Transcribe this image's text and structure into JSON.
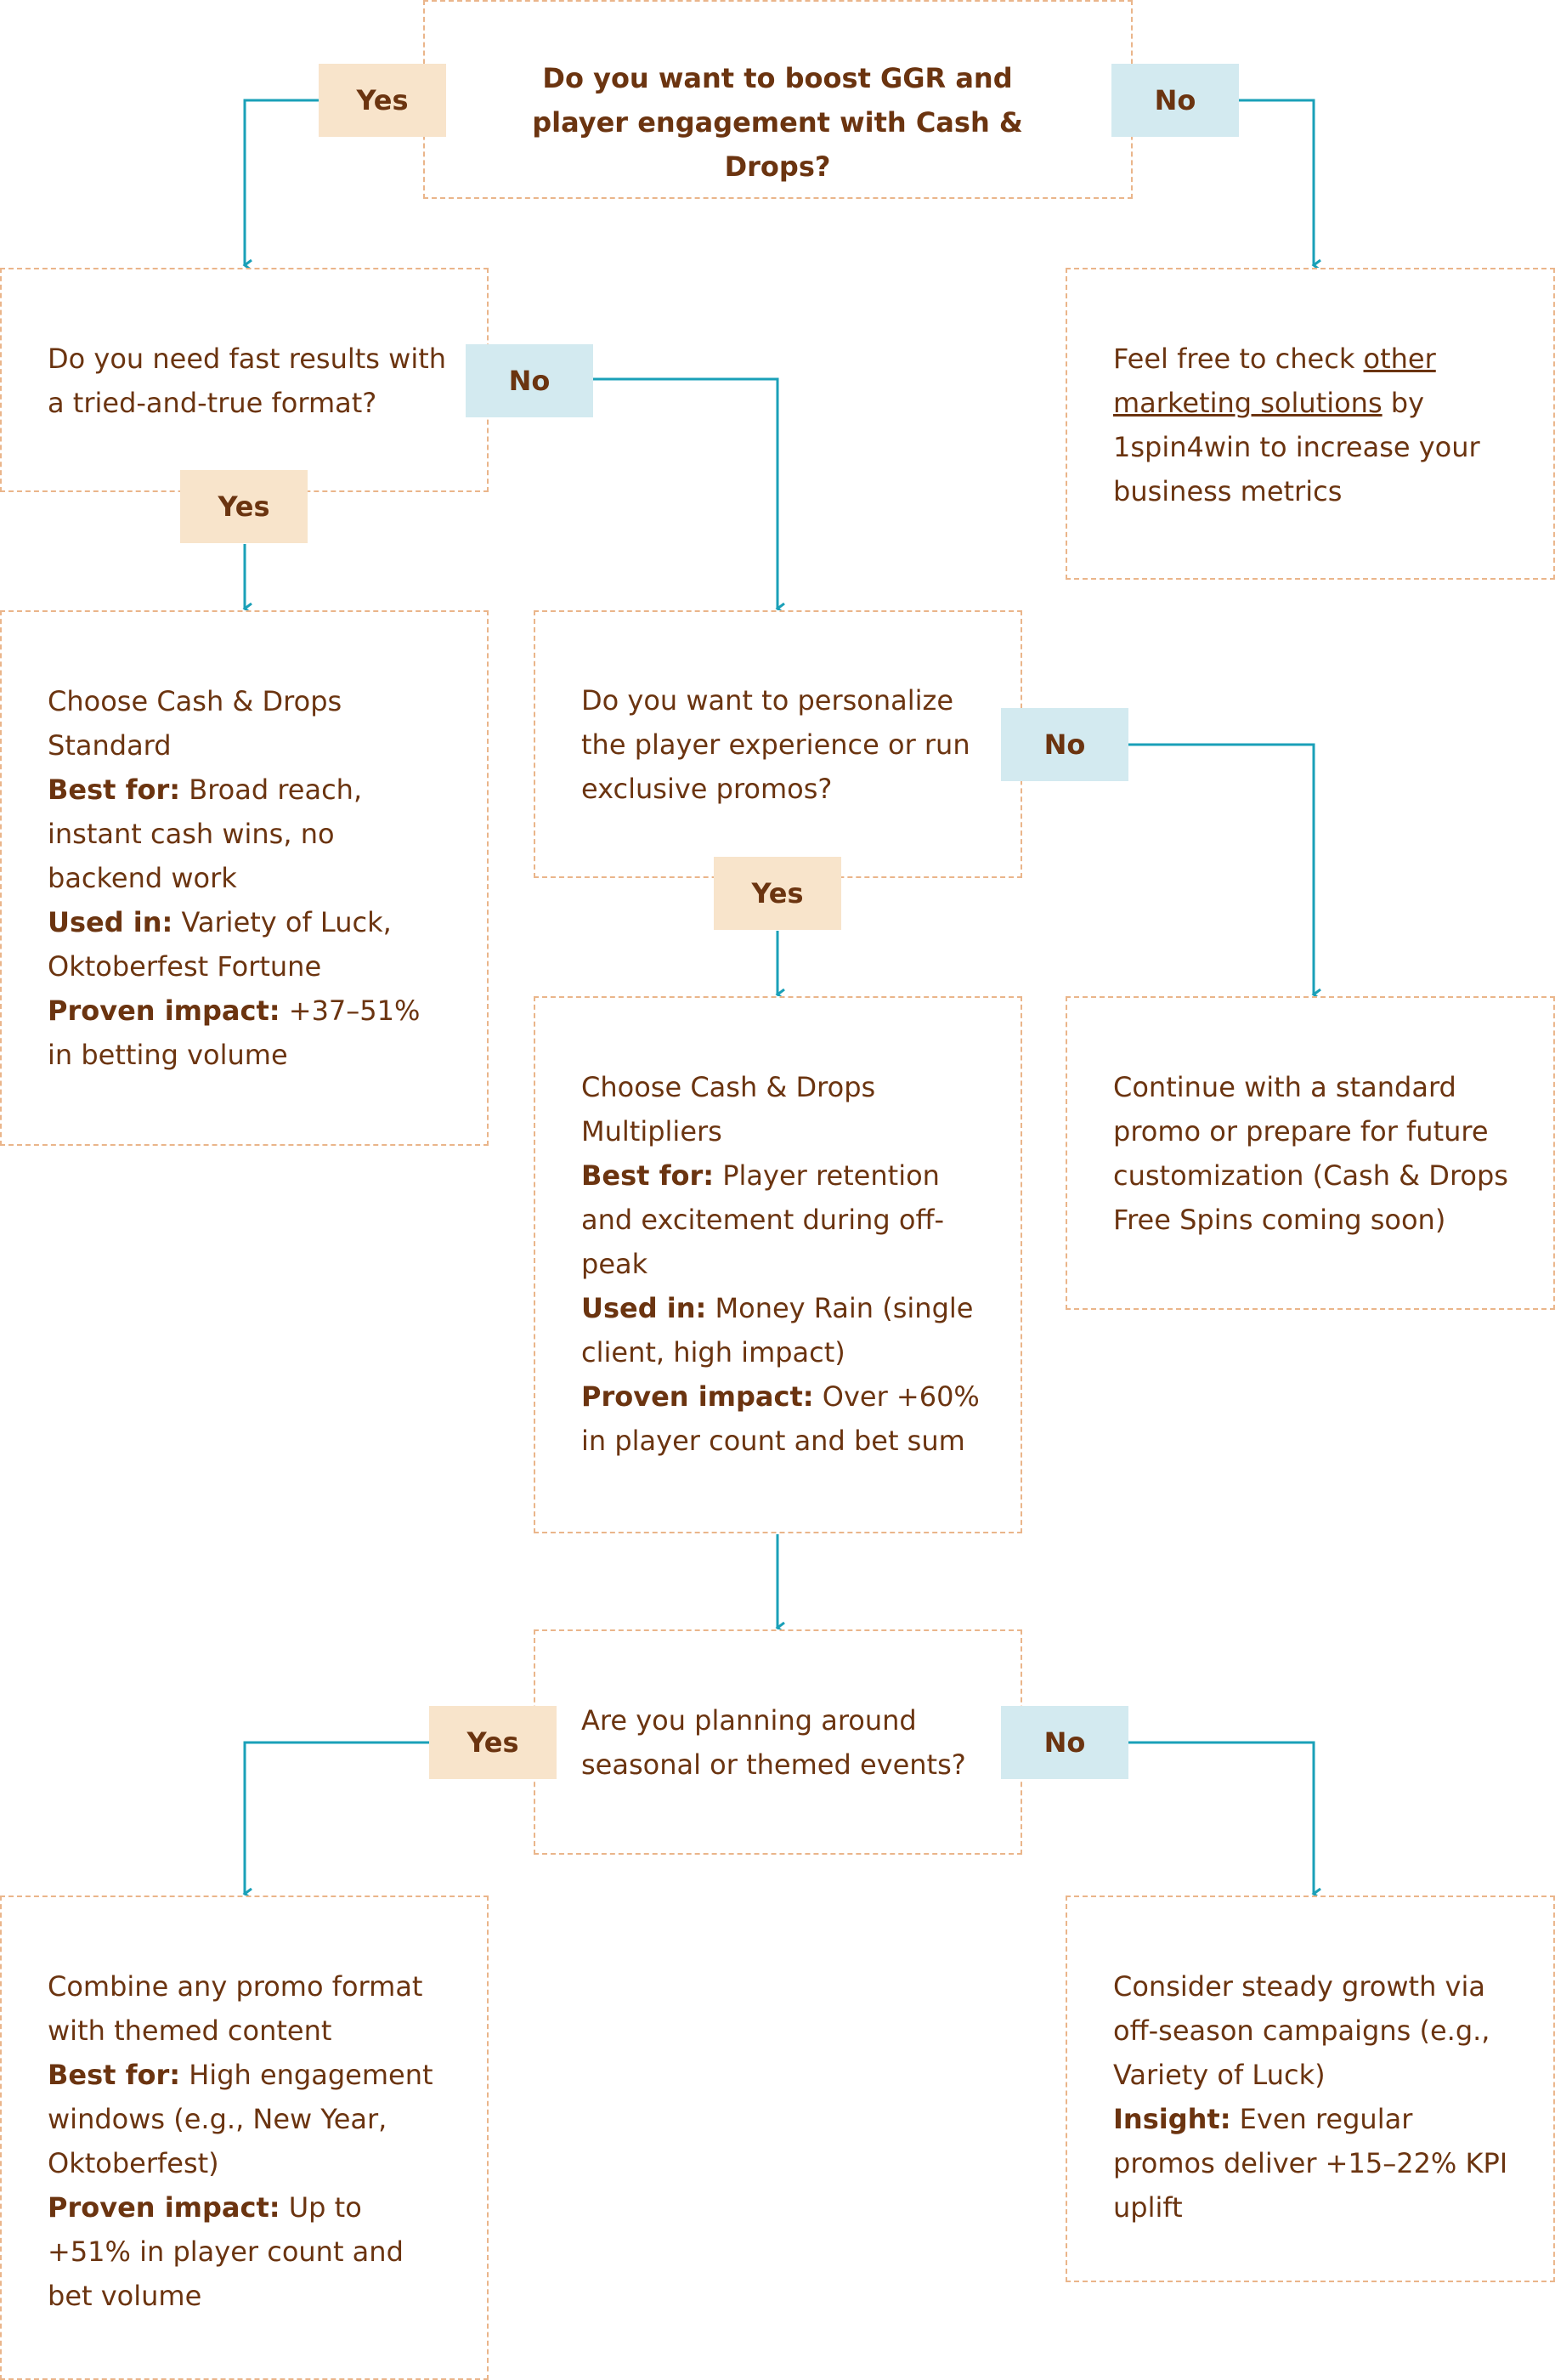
{
  "q1": {
    "text": "Do you want to boost GGR and player engagement with Cash & Drops?"
  },
  "q2": {
    "text": "Do you need fast results with a tried-and-true format?"
  },
  "q3": {
    "text": "Do you want to personalize the player experience or run exclusive promos?"
  },
  "q4": {
    "text": "Are you planning around seasonal or themed events?"
  },
  "labels": {
    "yes": "Yes",
    "no": "No"
  },
  "other": {
    "prefix": "Feel free to check ",
    "link": "other marketing solutions",
    "suffix": " by 1spin4win to increase your business metrics"
  },
  "standard": {
    "title": "Choose Cash & Drops Standard",
    "best_label": "Best for:",
    "best": " Broad reach, instant cash wins, no backend work",
    "used_label": "Used in:",
    "used": " Variety of Luck, Oktoberfest Fortune",
    "impact_label": "Proven impact:",
    "impact": " +37–51% in betting volume"
  },
  "multipliers": {
    "title": "Choose Cash & Drops Multipliers",
    "best_label": "Best for:",
    "best": " Player retention and excitement during off-peak",
    "used_label": "Used in:",
    "used": " Money Rain (single client, high impact)",
    "impact_label": "Proven impact:",
    "impact": " Over +60% in player count and bet sum"
  },
  "continue": {
    "text": "Continue with a standard promo or prepare for future customization (Cash & Drops Free Spins coming soon)"
  },
  "combine": {
    "title": "Combine any promo format with themed content",
    "best_label": "Best for:",
    "best": " High engagement windows (e.g., New Year, Oktoberfest)",
    "impact_label": "Proven impact:",
    "impact": " Up to +51% in player count and bet volume"
  },
  "steady": {
    "title": "Consider steady growth via off-season campaigns (e.g., Variety of Luck)",
    "insight_label": "Insight:",
    "insight": " Even regular promos deliver +15–22% KPI uplift"
  },
  "colors": {
    "text": "#6b3410",
    "border": "#eab58a",
    "arrow": "#1aa0b8",
    "yes_bg": "#f8e4cb",
    "no_bg": "#d3eaf0"
  }
}
